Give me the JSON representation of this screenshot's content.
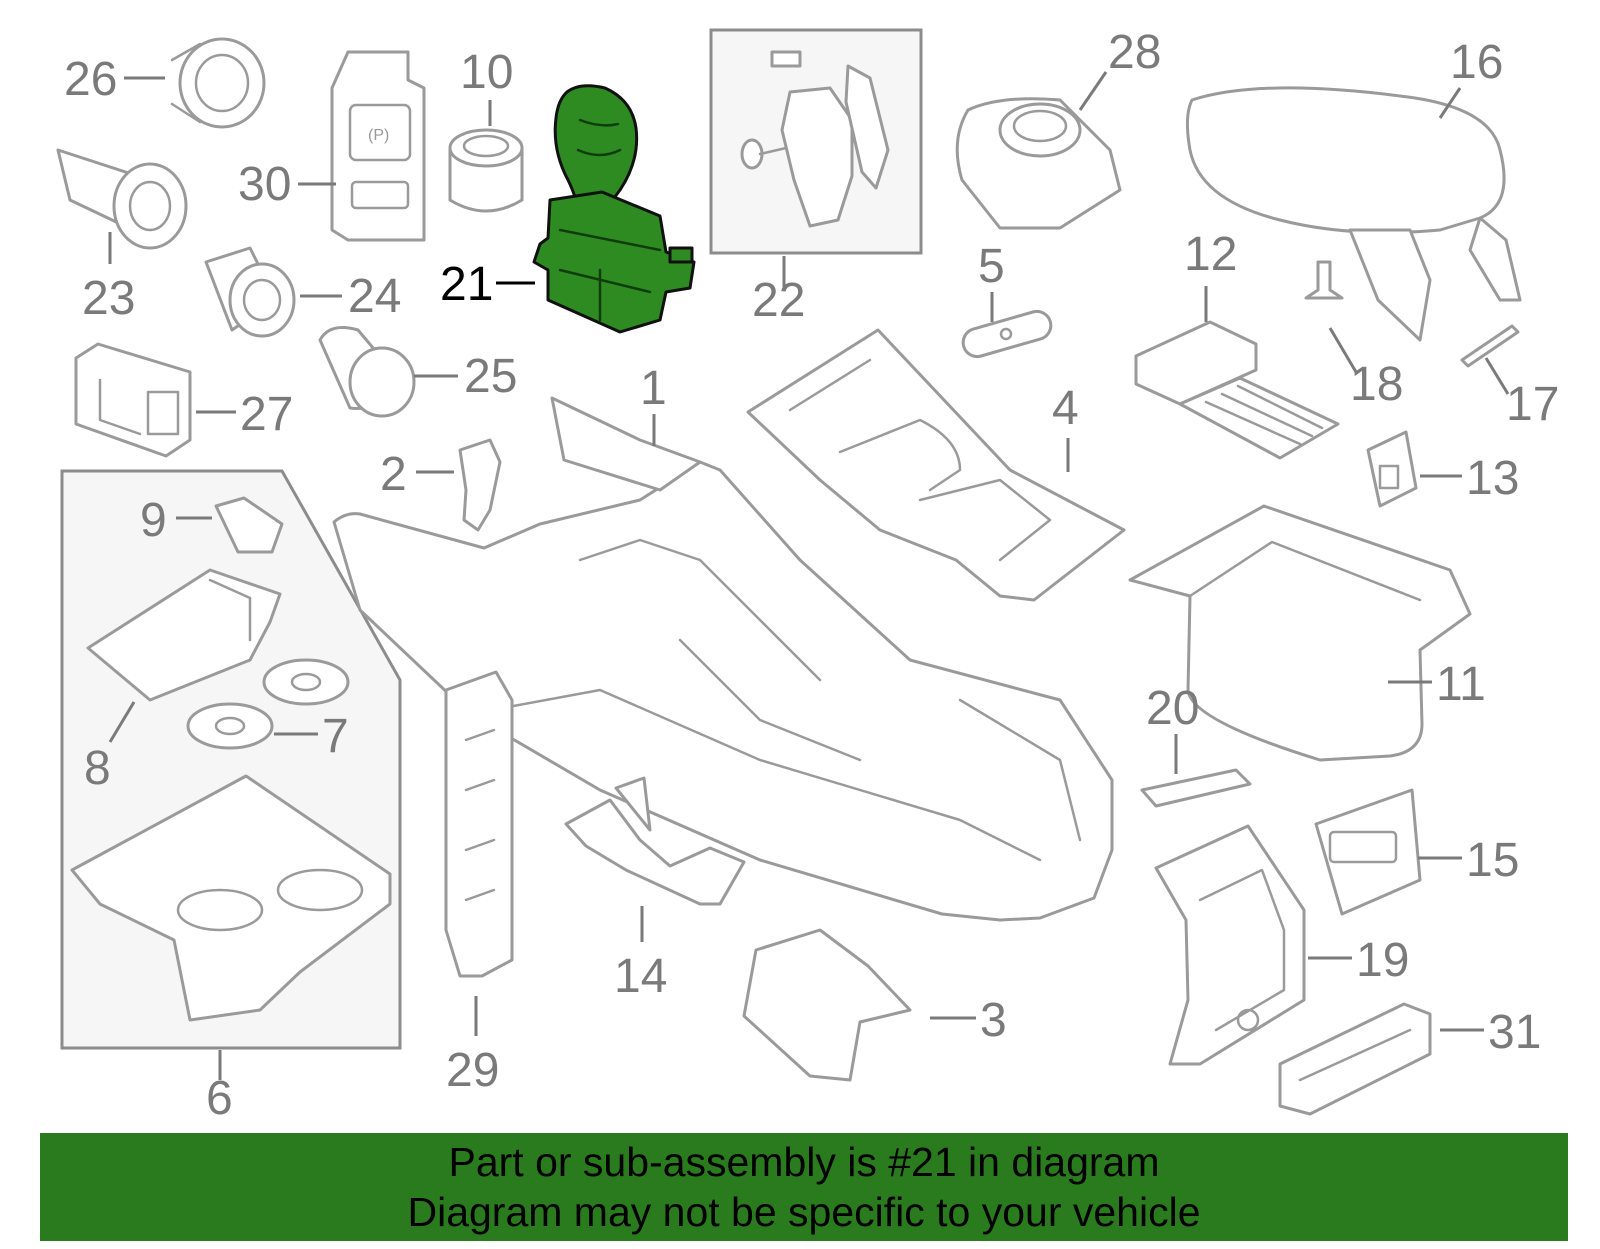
{
  "callouts": [
    {
      "id": "1",
      "text": "1"
    },
    {
      "id": "2",
      "text": "2"
    },
    {
      "id": "3",
      "text": "3"
    },
    {
      "id": "4",
      "text": "4"
    },
    {
      "id": "5",
      "text": "5"
    },
    {
      "id": "6",
      "text": "6"
    },
    {
      "id": "7",
      "text": "7"
    },
    {
      "id": "8",
      "text": "8"
    },
    {
      "id": "9",
      "text": "9"
    },
    {
      "id": "10",
      "text": "10"
    },
    {
      "id": "11",
      "text": "11"
    },
    {
      "id": "12",
      "text": "12"
    },
    {
      "id": "13",
      "text": "13"
    },
    {
      "id": "14",
      "text": "14"
    },
    {
      "id": "15",
      "text": "15"
    },
    {
      "id": "16",
      "text": "16"
    },
    {
      "id": "17",
      "text": "17"
    },
    {
      "id": "18",
      "text": "18"
    },
    {
      "id": "19",
      "text": "19"
    },
    {
      "id": "20",
      "text": "20"
    },
    {
      "id": "21",
      "text": "21"
    },
    {
      "id": "22",
      "text": "22"
    },
    {
      "id": "23",
      "text": "23"
    },
    {
      "id": "24",
      "text": "24"
    },
    {
      "id": "25",
      "text": "25"
    },
    {
      "id": "26",
      "text": "26"
    },
    {
      "id": "27",
      "text": "27"
    },
    {
      "id": "28",
      "text": "28"
    },
    {
      "id": "29",
      "text": "29"
    },
    {
      "id": "30",
      "text": "30"
    },
    {
      "id": "31",
      "text": "31"
    }
  ],
  "highlighted_part": "21",
  "colors": {
    "highlight": "#2e8b22",
    "banner": "#2a7a1e",
    "line_art": "#9a9a9a"
  },
  "banner": {
    "line1": "Part or sub-assembly is #21 in diagram",
    "line2": "Diagram may not be specific to your vehicle"
  }
}
